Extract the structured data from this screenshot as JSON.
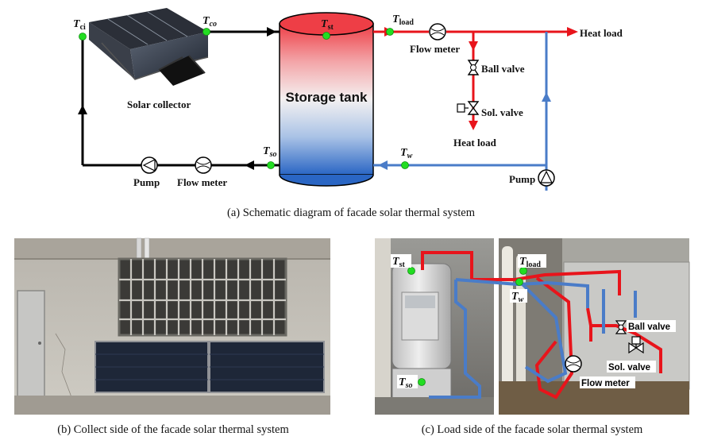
{
  "schematic": {
    "solar_collector": "Solar collector",
    "storage_tank": "Storage tank",
    "heat_load_top": "Heat load",
    "heat_load_bottom": "Heat load",
    "flow_meter_top": "Flow meter",
    "flow_meter_bottom": "Flow meter",
    "ball_valve": "Ball valve",
    "sol_valve": "Sol. valve",
    "pump_left": "Pump",
    "pump_right": "Pump",
    "sensors": {
      "t_ci": {
        "main": "T",
        "sub": "ci"
      },
      "t_co": {
        "main": "T",
        "sub": "co"
      },
      "t_st": {
        "main": "T",
        "sub": "st"
      },
      "t_load": {
        "main": "T",
        "sub": "load"
      },
      "t_so": {
        "main": "T",
        "sub": "so"
      },
      "t_w": {
        "main": "T",
        "sub": "w"
      }
    },
    "caption": "(a)  Schematic  diagram  of  facade  solar  thermal  system"
  },
  "photo_b": {
    "caption": "(b)  Collect  side  of  the  facade  solar  thermal  system"
  },
  "photo_c": {
    "caption": "(c)  Load  side  of  the  facade  solar  thermal  system",
    "labels": {
      "t_st": {
        "main": "T",
        "sub": "st"
      },
      "t_so": {
        "main": "T",
        "sub": "so"
      },
      "t_load": {
        "main": "T",
        "sub": "load"
      },
      "t_w": {
        "main": "T",
        "sub": "w"
      },
      "ball_valve": "Ball valve",
      "sol_valve": "Sol. valve",
      "flow_meter": "Flow meter"
    }
  },
  "colors": {
    "hot_pipe": "#e8141b",
    "cold_pipe": "#4a7cc8",
    "collector_pipe": "#000000",
    "sensor": "#22dd22"
  }
}
